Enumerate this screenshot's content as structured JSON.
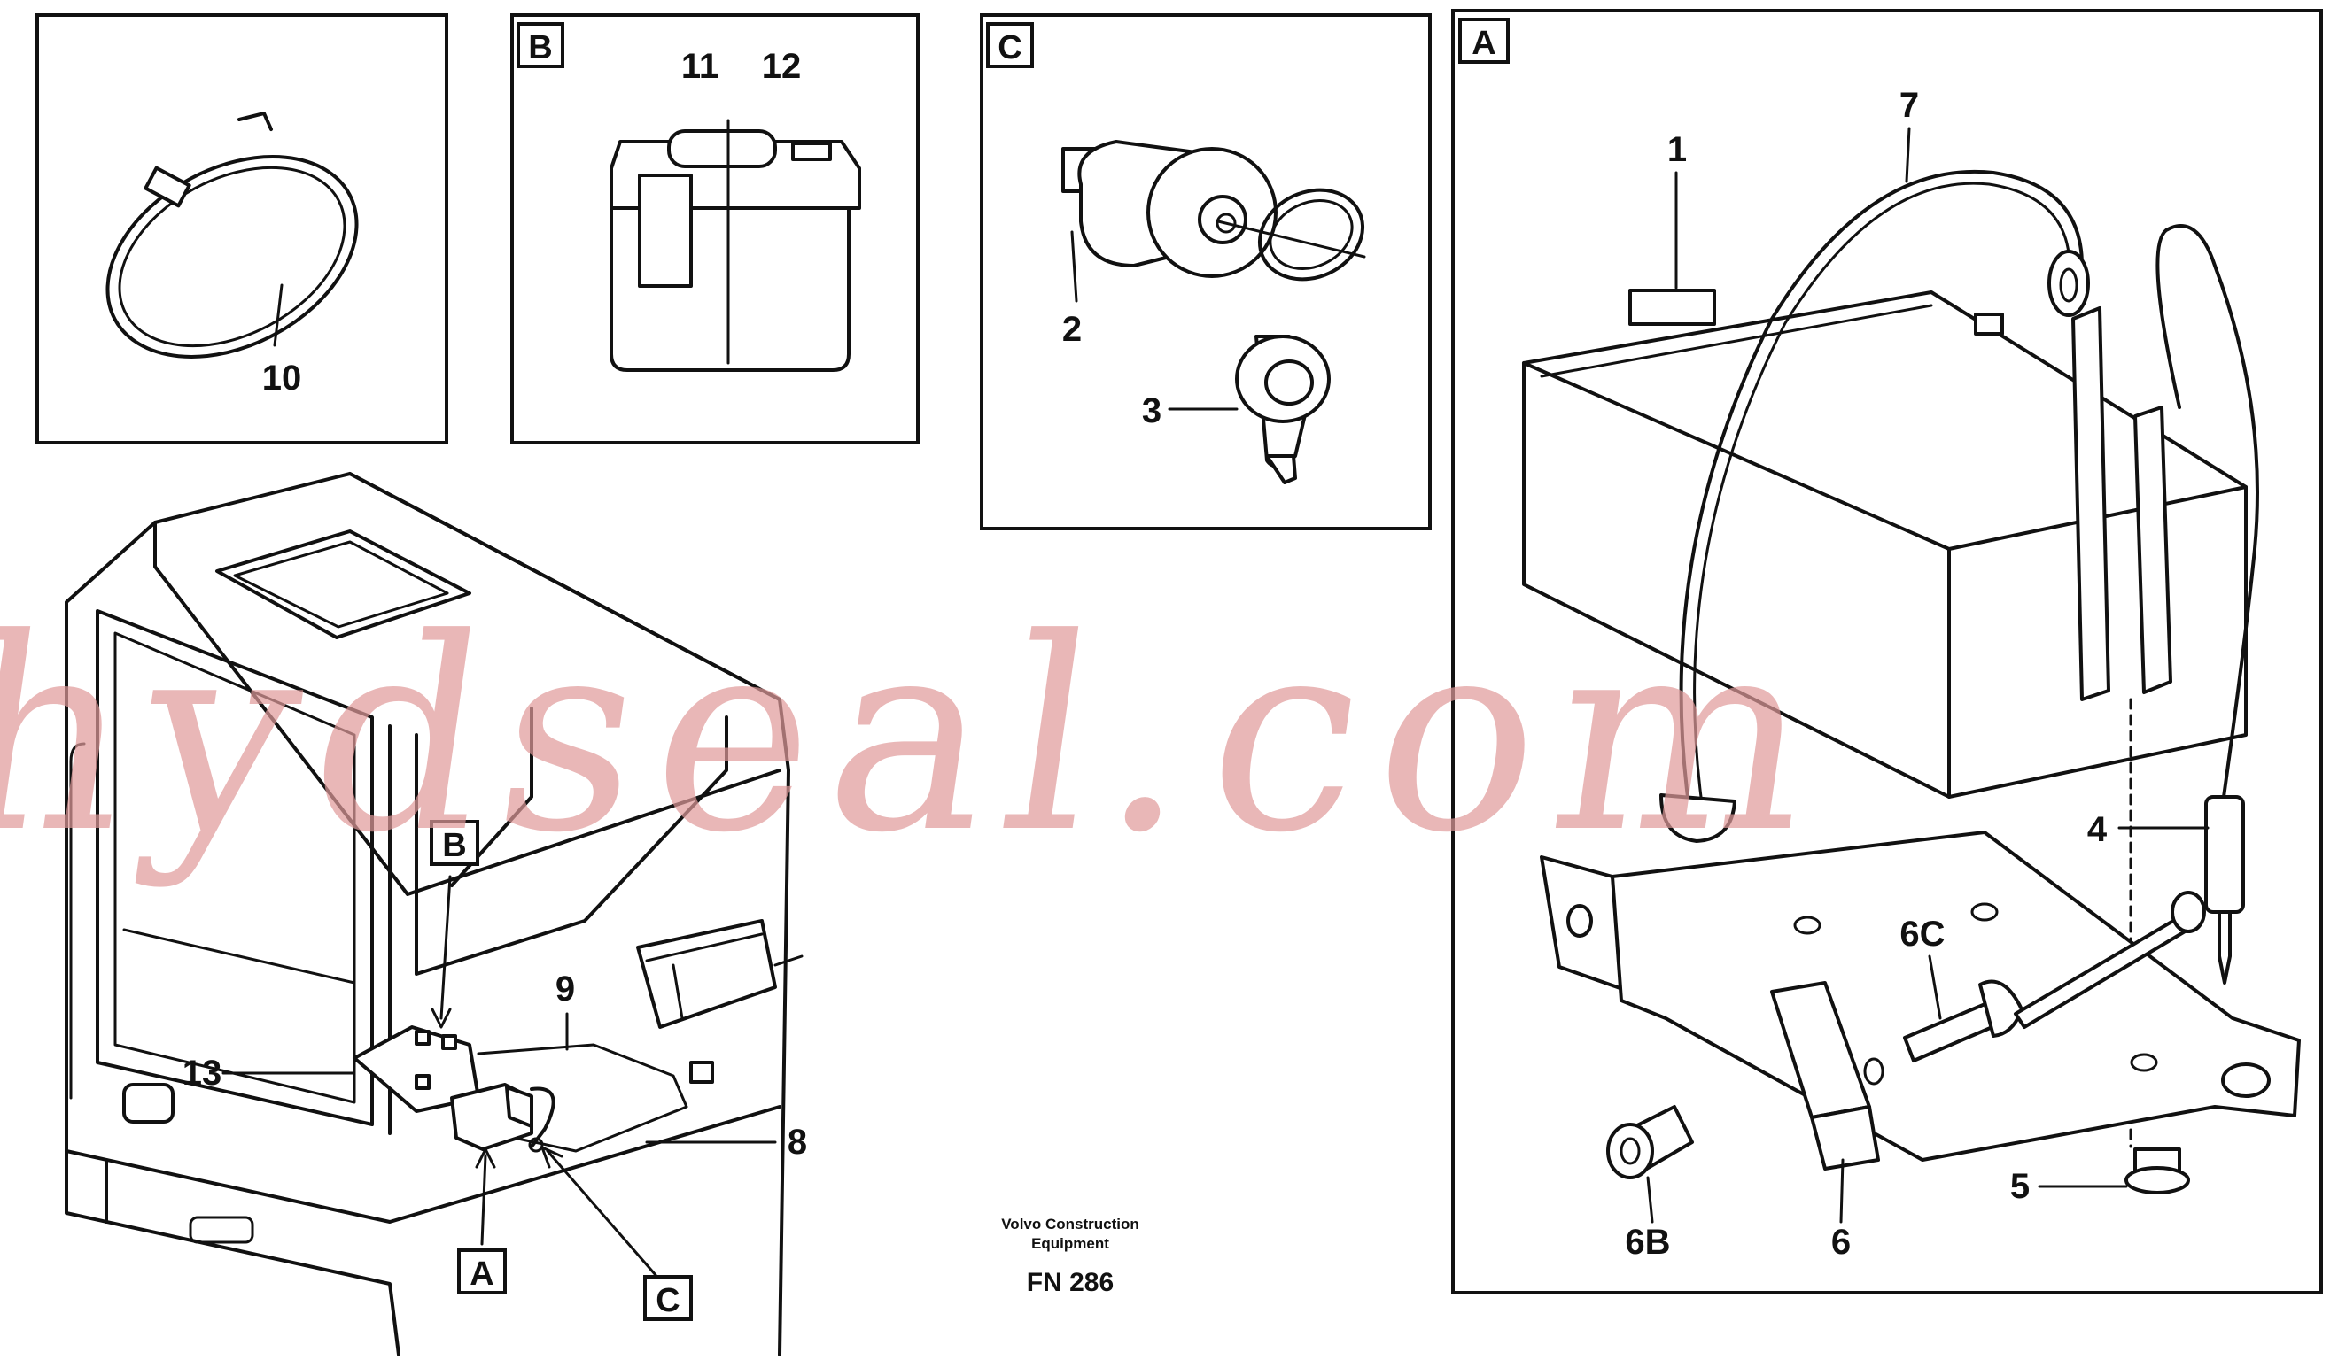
{
  "panels": {
    "b": {
      "tag": "B"
    },
    "c": {
      "tag": "C"
    },
    "a": {
      "tag": "A"
    }
  },
  "callouts": {
    "n1": "1",
    "n2": "2",
    "n3": "3",
    "n4": "4",
    "n5": "5",
    "n6": "6",
    "n6b": "6B",
    "n6c": "6C",
    "n7": "7",
    "n8": "8",
    "n9": "9",
    "n10": "10",
    "n11": "11",
    "n12": "12",
    "n13": "13"
  },
  "cab_tags": {
    "b": "B",
    "a": "A",
    "c": "C"
  },
  "caption": {
    "line1": "Volvo Construction",
    "line2": "Equipment",
    "code": "FN 286"
  },
  "watermark": "hydseal.com"
}
